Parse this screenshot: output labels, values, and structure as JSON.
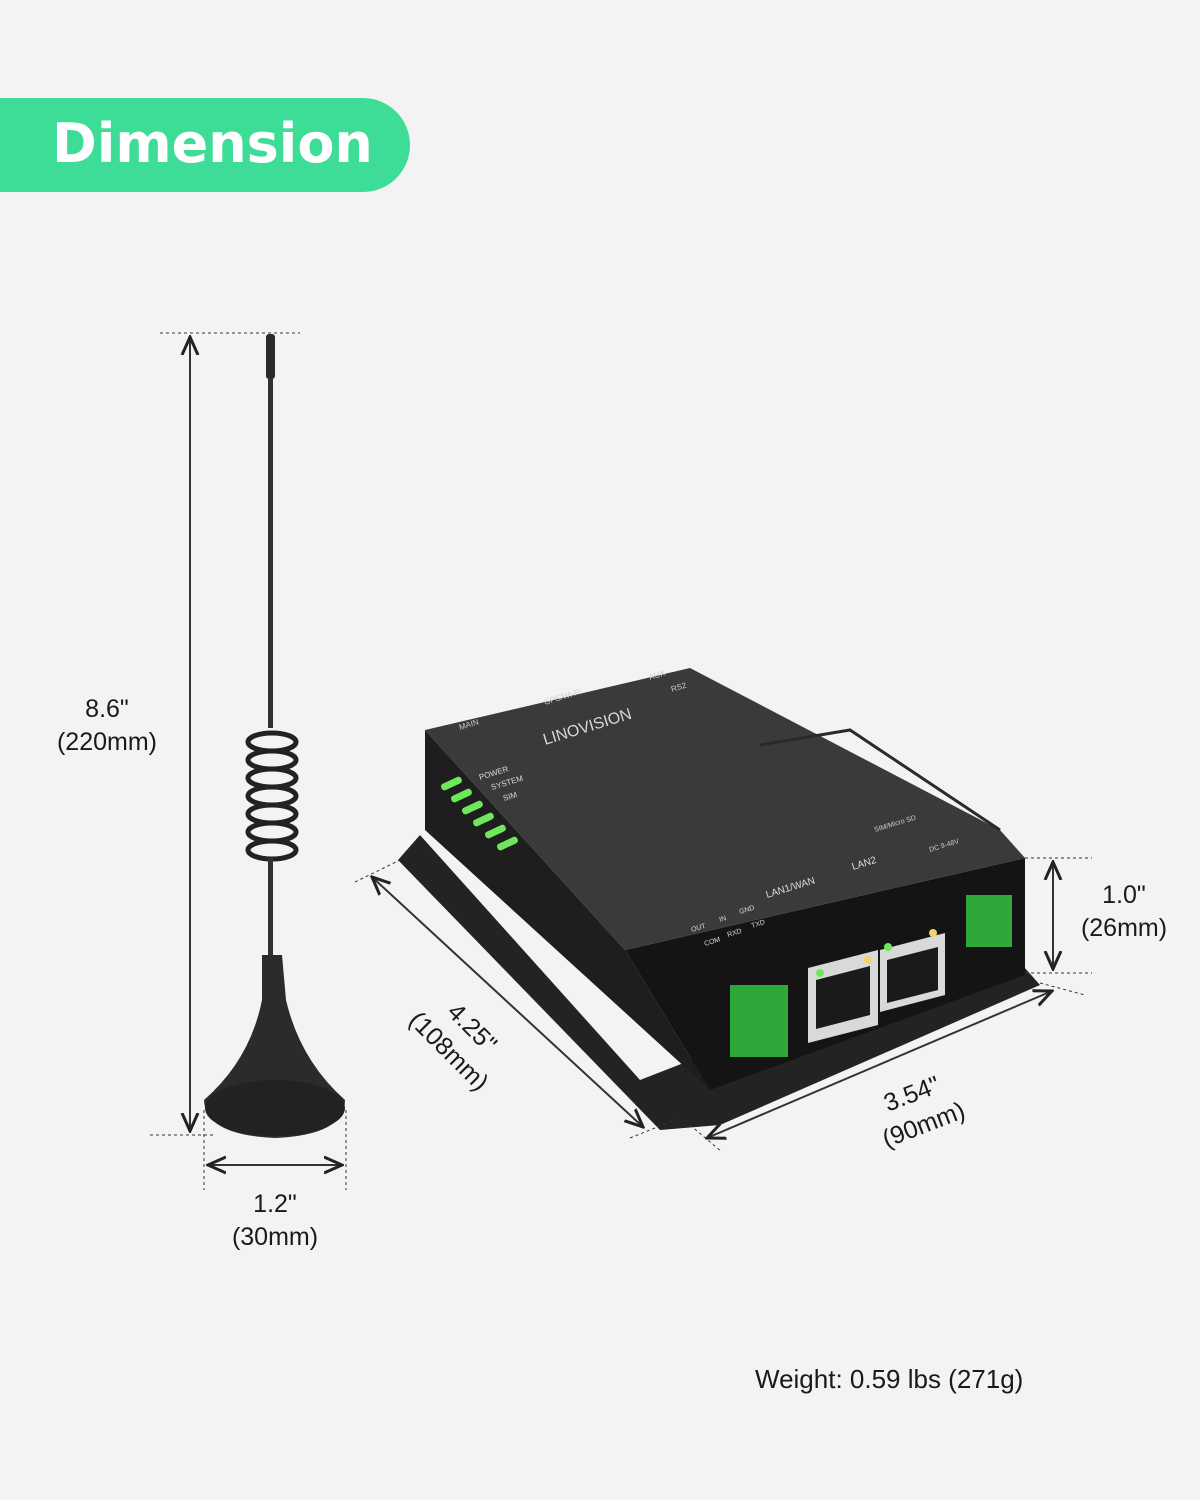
{
  "banner": {
    "title": "Dimension",
    "color": "#3ddc97"
  },
  "antenna": {
    "height": {
      "in": "8.6\"",
      "mm": "(220mm)"
    },
    "base_width": {
      "in": "1.2\"",
      "mm": "(30mm)"
    }
  },
  "device": {
    "brand": "LINOVISION",
    "top_labels": [
      "MAIN",
      "GPS/Wi-Fi",
      "AUX",
      "RS2"
    ],
    "led_labels": [
      "POWER",
      "SYSTEM",
      "SIM"
    ],
    "port_labels": {
      "slot": "SIM/Micro SD",
      "power": "DC 9-48V",
      "lan1": "LAN1/WAN",
      "lan2": "LAN2"
    },
    "io_labels": [
      "OUT",
      "IN",
      "GND",
      "COM",
      "RXD",
      "TXD"
    ],
    "led_color": "#6ee85a",
    "terminal_color": "#2fa83a",
    "height": {
      "in": "1.0\"",
      "mm": "(26mm)"
    },
    "depth": {
      "in": "4.25\"",
      "mm": "(108mm)"
    },
    "width": {
      "in": "3.54\"",
      "mm": "(90mm)"
    }
  },
  "weight": "Weight: 0.59 lbs (271g)"
}
